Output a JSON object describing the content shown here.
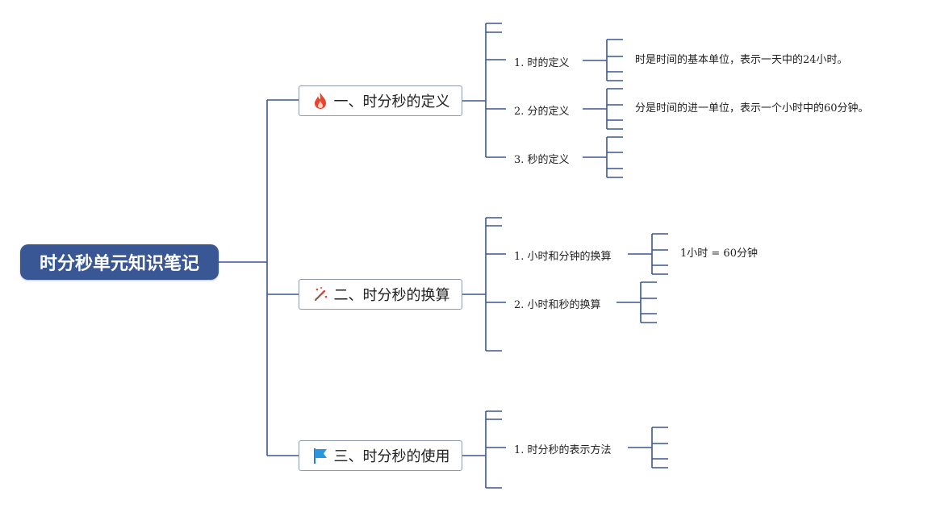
{
  "root": {
    "title": "时分秒单元知识笔记"
  },
  "colors": {
    "line": "#3a5795",
    "root_fill": "#3a5795"
  },
  "branches": [
    {
      "label": "一、时分秒的定义",
      "icon": "fire-icon",
      "children": [
        {
          "label": "1. 时的定义",
          "note": "时是时间的基本单位，表示一天中的24小时。"
        },
        {
          "label": "2. 分的定义",
          "note": "分是时间的进一单位，表示一个小时中的60分钟。"
        },
        {
          "label": "3. 秒的定义",
          "note": ""
        }
      ]
    },
    {
      "label": "二、时分秒的换算",
      "icon": "magic-wand-icon",
      "children": [
        {
          "label": "1. 小时和分钟的换算",
          "note": "1小时 = 60分钟"
        },
        {
          "label": "2. 小时和秒的换算",
          "note": ""
        }
      ]
    },
    {
      "label": "三、时分秒的使用",
      "icon": "flag-icon",
      "children": [
        {
          "label": "1. 时分秒的表示方法",
          "note": ""
        }
      ]
    }
  ]
}
